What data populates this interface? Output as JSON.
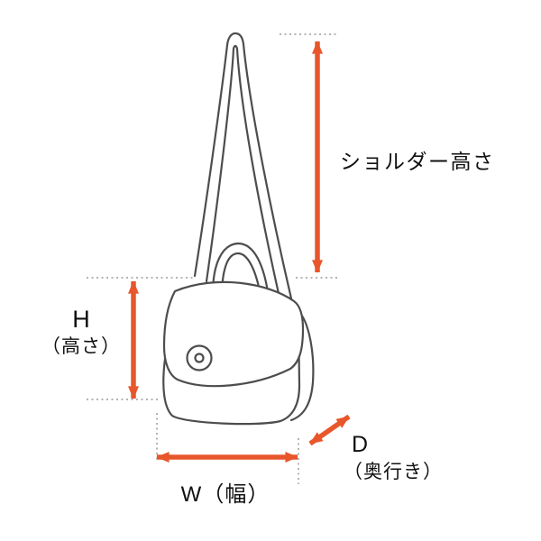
{
  "diagram": {
    "subject": "shoulder-bag-dimension-diagram",
    "labels": {
      "shoulder_height": "ショルダー高さ",
      "height_letter": "H",
      "height_name": "（高さ）",
      "width": "W（幅）",
      "depth_letter": "D",
      "depth_name": "（奥行き）"
    },
    "colors": {
      "arrow": "#E8562B",
      "line-art": "#4D4D4D",
      "dotted": "#9A9A9A",
      "background": "#FFFFFF",
      "text": "#111111"
    }
  }
}
